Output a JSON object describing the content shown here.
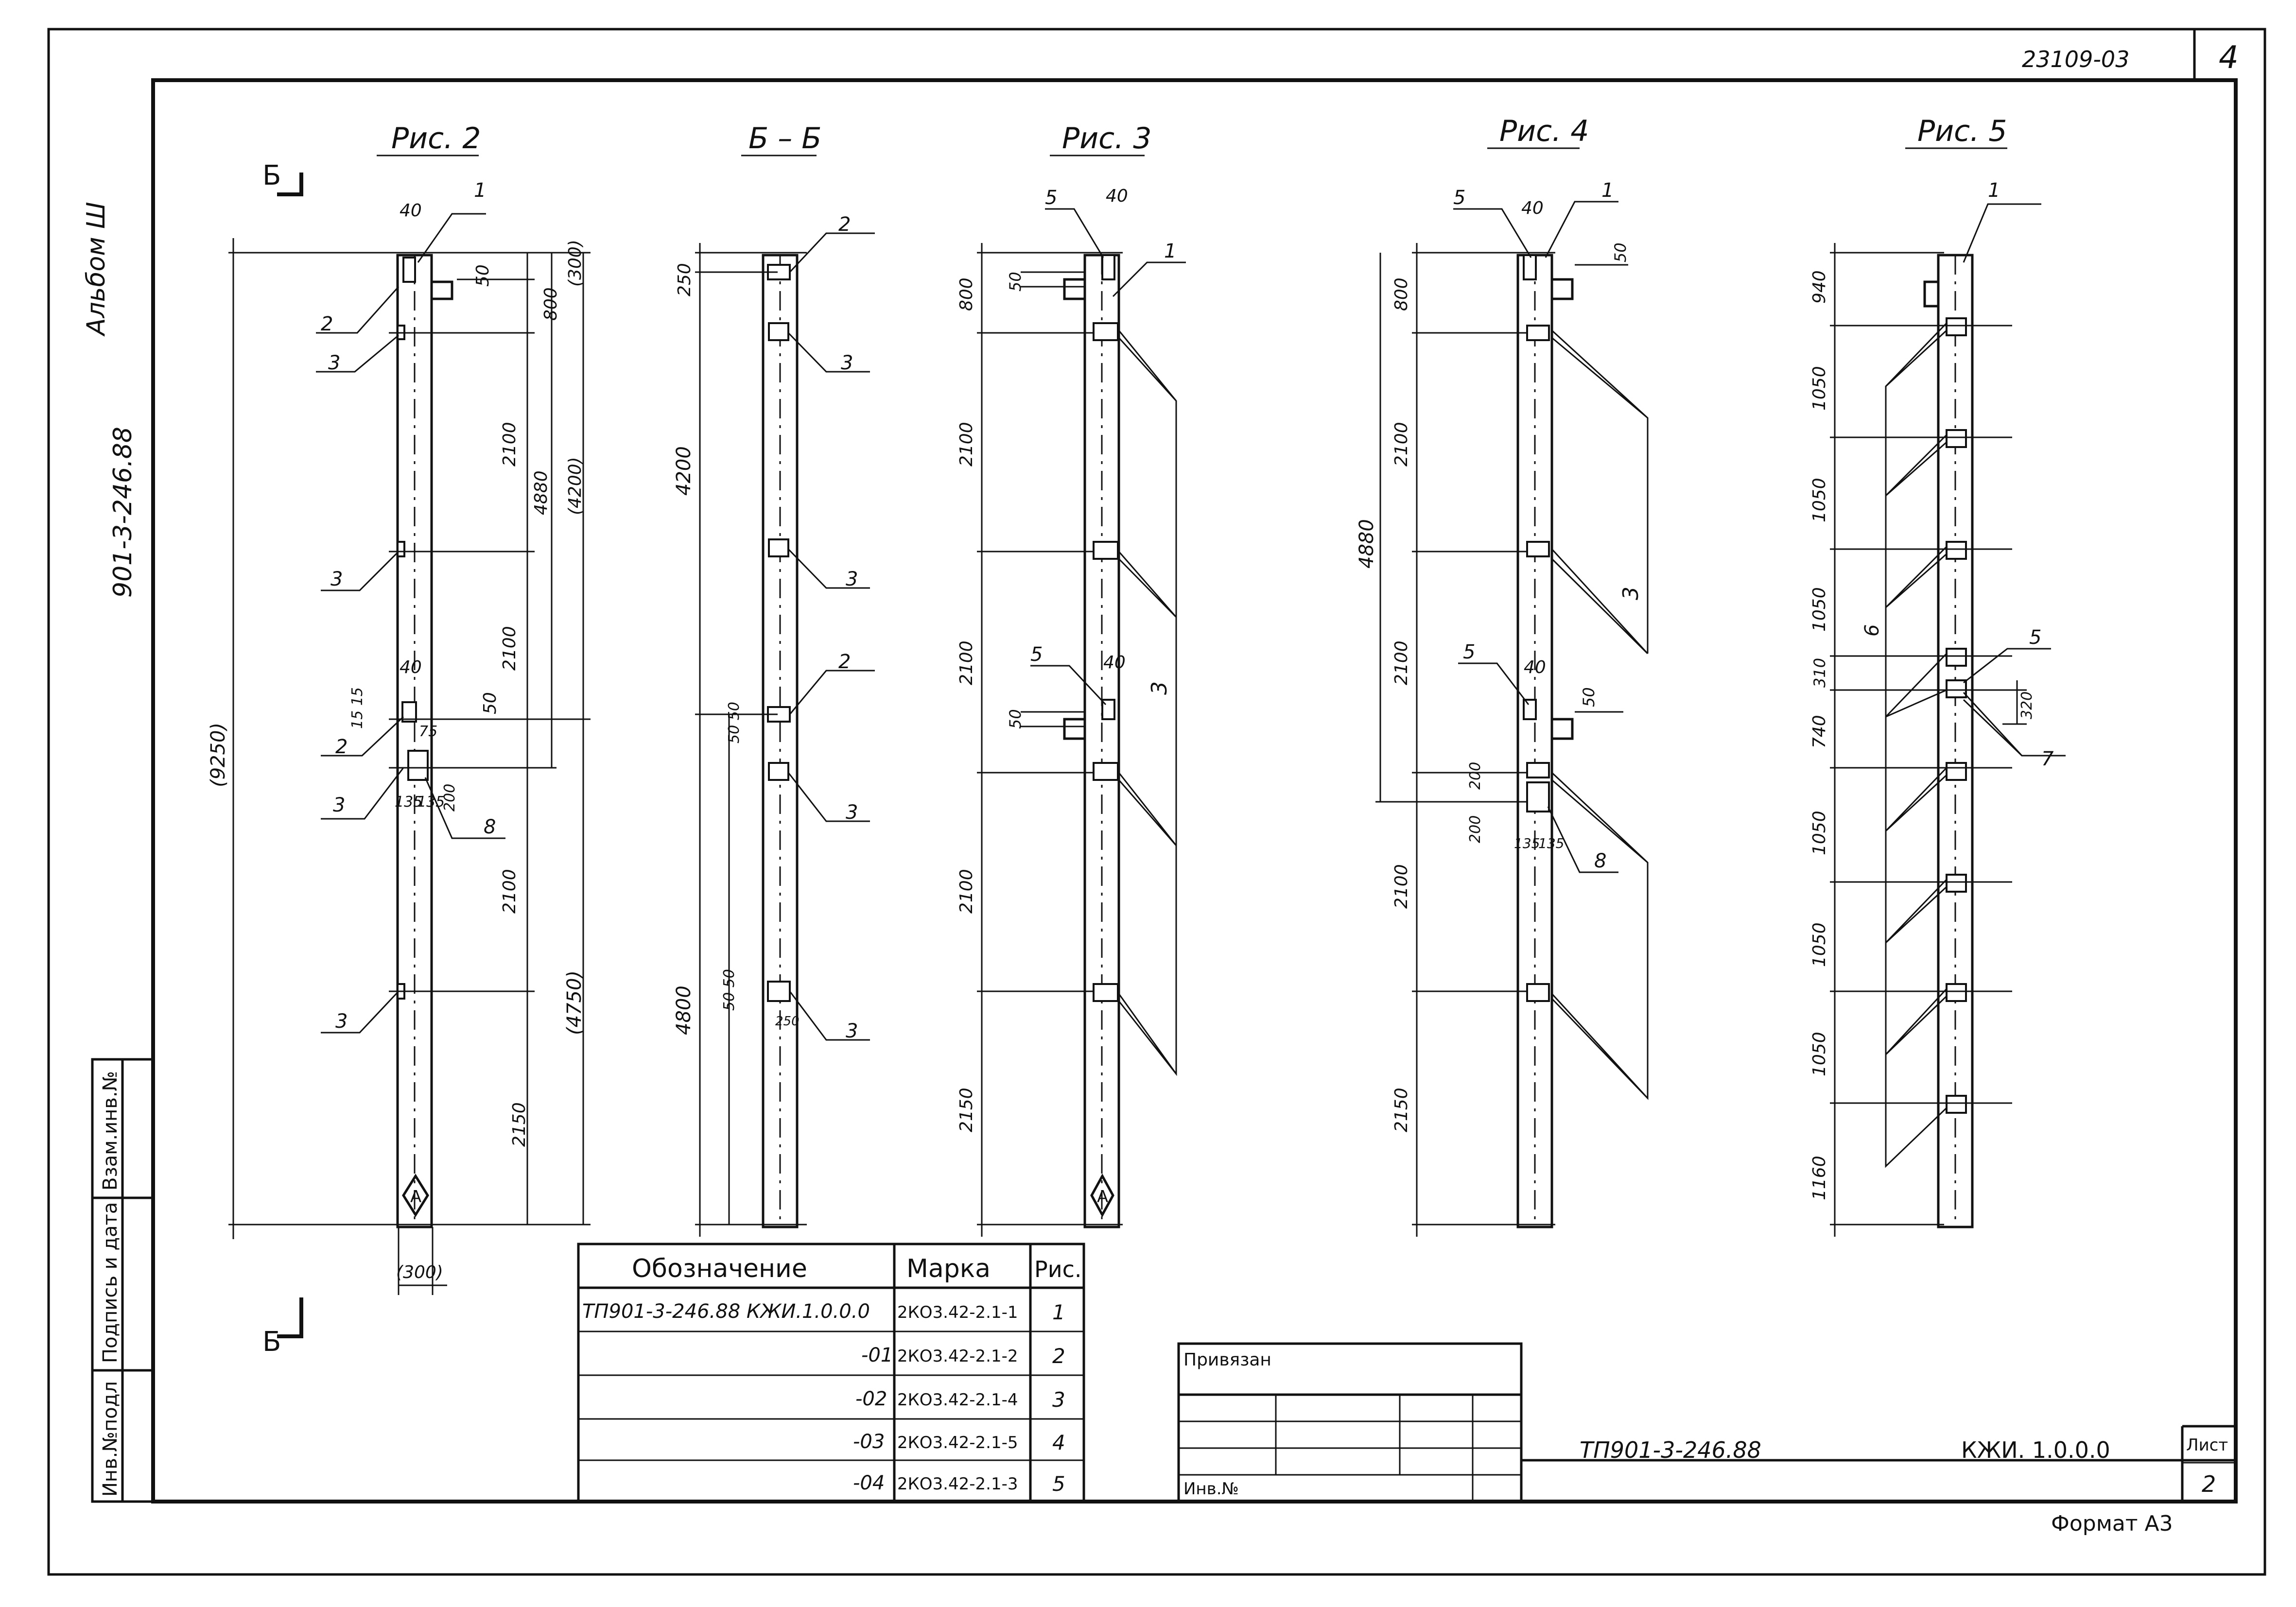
{
  "sheet": {
    "doc_code": "23109-03",
    "page_number": "4",
    "side_album": "Альбом Ш",
    "side_code": "901-3-246.88",
    "format": "Формат А3"
  },
  "sidebar": {
    "fields": [
      "Инв.№подл",
      "Подпись и дата",
      "Взам.инв.№"
    ]
  },
  "figures": {
    "fig2": {
      "title": "Рис. 2",
      "section_mark": "Б",
      "dims": [
        "40",
        "(300)",
        "50",
        "800",
        "2100",
        "4880",
        "(4200)",
        "2100",
        "40",
        "50",
        "15 15",
        "75",
        "200",
        "2100",
        "(9250)",
        "(4750)",
        "2150",
        "135",
        "135",
        "(300)"
      ],
      "callouts": [
        "1",
        "2",
        "3",
        "3",
        "2",
        "3",
        "8",
        "3"
      ],
      "marker": "А"
    },
    "figBB": {
      "title": "Б – Б",
      "dims": [
        "250",
        "4200",
        "50 50",
        "4800",
        "50 50",
        "250"
      ],
      "callouts": [
        "2",
        "3",
        "3",
        "2",
        "3",
        "3"
      ]
    },
    "fig3": {
      "title": "Рис. 3",
      "dims": [
        "40",
        "50",
        "800",
        "2100",
        "2100",
        "40",
        "50",
        "2100",
        "2150"
      ],
      "callouts": [
        "5",
        "1",
        "5",
        "3"
      ],
      "marker": "А"
    },
    "fig4": {
      "title": "Рис. 4",
      "dims": [
        "40",
        "50",
        "800",
        "4880",
        "2100",
        "2100",
        "40",
        "50",
        "200",
        "200",
        "135",
        "135",
        "2100",
        "2150"
      ],
      "callouts": [
        "5",
        "1",
        "3",
        "5",
        "8"
      ]
    },
    "fig5": {
      "title": "Рис. 5",
      "dims": [
        "940",
        "1050",
        "1050",
        "1050",
        "310",
        "740",
        "320",
        "1050",
        "1050",
        "1050",
        "1160"
      ],
      "callouts": [
        "1",
        "6",
        "5",
        "7"
      ]
    }
  },
  "spec_table": {
    "headers": [
      "Обозначение",
      "Марка",
      "Рис."
    ],
    "rows": [
      {
        "designation": "ТП901-3-246.88  КЖИ.1.0.0.0",
        "mark": "2КО3.42-2.1-1",
        "fig": "1"
      },
      {
        "designation": "-01",
        "mark": "2КО3.42-2.1-2",
        "fig": "2"
      },
      {
        "designation": "-02",
        "mark": "2КО3.42-2.1-4",
        "fig": "3"
      },
      {
        "designation": "-03",
        "mark": "2КО3.42-2.1-5",
        "fig": "4"
      },
      {
        "designation": "-04",
        "mark": "2КО3.42-2.1-3",
        "fig": "5"
      }
    ]
  },
  "stamp": {
    "bound_label": "Привязан",
    "inv_label": "Инв.№",
    "project_code": "ТП901-3-246.88",
    "doc_mark": "КЖИ.  1.0.0.0",
    "sheet_label": "Лист",
    "sheet_number": "2"
  }
}
